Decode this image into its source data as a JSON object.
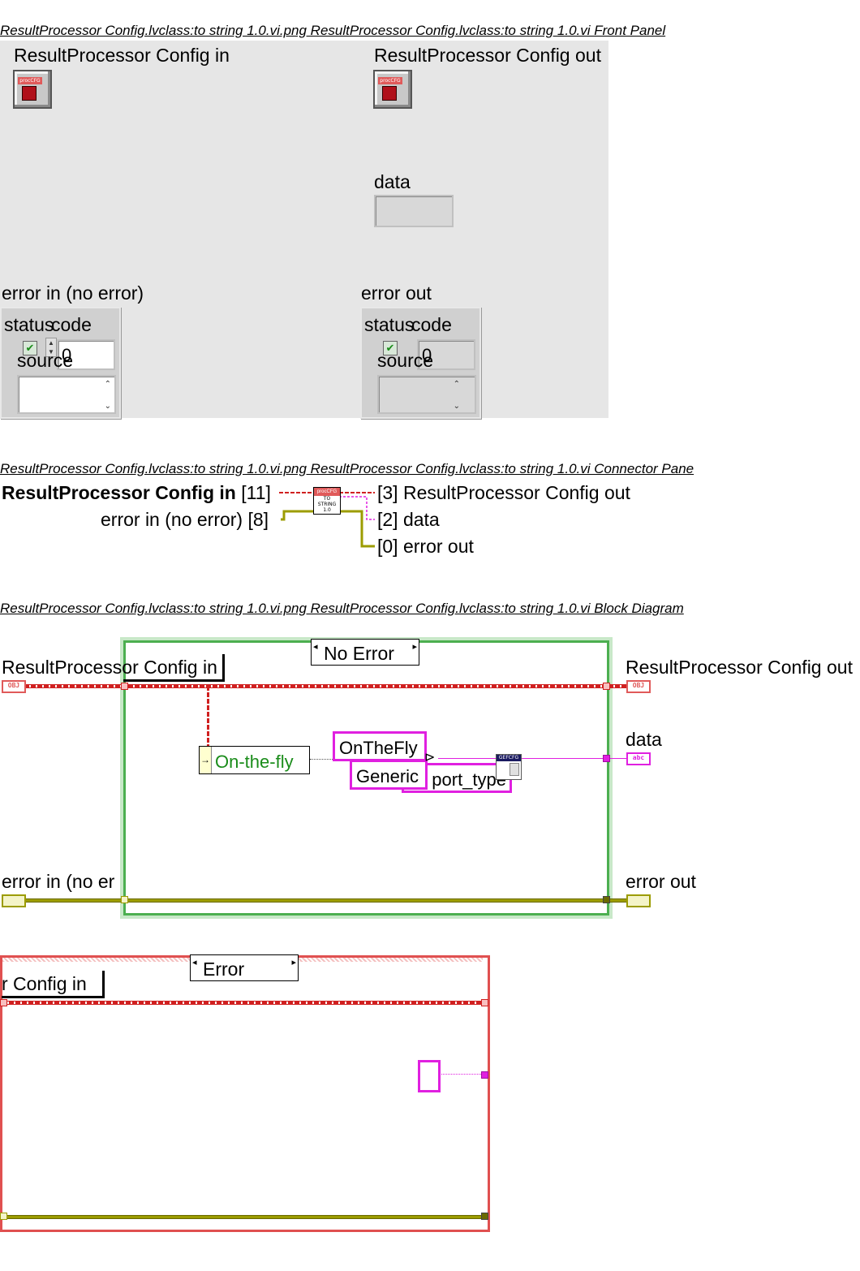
{
  "front_panel": {
    "caption": "ResultProcessor Config.lvclass:to string 1.0.vi.png  ResultProcessor Config.lvclass:to string 1.0.vi Front Panel",
    "config_in_label": "ResultProcessor Config in",
    "config_out_label": "ResultProcessor Config out",
    "class_tag": "procCFG",
    "data_label": "data",
    "error_in_label": "error in (no error)",
    "error_out_label": "error out",
    "status_label": "status",
    "code_label": "code",
    "source_label": "source",
    "code_in_value": "0",
    "code_out_value": "0"
  },
  "connector_pane": {
    "caption": "ResultProcessor Config.lvclass:to string 1.0.vi.png  ResultProcessor Config.lvclass:to string 1.0.vi Connector Pane",
    "input_config": "ResultProcessor Config in",
    "input_config_index": "[11]",
    "input_error": "error in (no error) [8]",
    "output_config": "[3] ResultProcessor Config out",
    "output_data": "[2] data",
    "output_error": "[0] error out",
    "icon_top": "procCFG",
    "icon_text": "TO STRING 1.0"
  },
  "block_diagram": {
    "caption": "ResultProcessor Config.lvclass:to string 1.0.vi.png  ResultProcessor Config.lvclass:to string 1.0.vi Block Diagram",
    "config_in_label": "ResultProcessor Config in",
    "config_out_label": "ResultProcessor Config out",
    "data_label": "data",
    "error_in_label": "error in (no er",
    "error_out_label": "error out",
    "case_no_error": "No Error",
    "case_error": "Error",
    "bundle_label": "On-the-fly",
    "const_onthefly": "OnTheFly",
    "const_generic": "Generic",
    "report_type": "port_type",
    "subvi_tag": "GEFCFG",
    "obj_term": "OBJ",
    "abc_term": "abc",
    "error_case_config_label": "r Config in"
  },
  "colors": {
    "panel_bg": "#e6e6e6",
    "class_wire": "#d02020",
    "string_wire": "#e020e0",
    "error_wire": "#9c9c00",
    "case_true": "#4caf50",
    "case_false": "#e05050",
    "bundle_text": "#1a8c1a"
  }
}
